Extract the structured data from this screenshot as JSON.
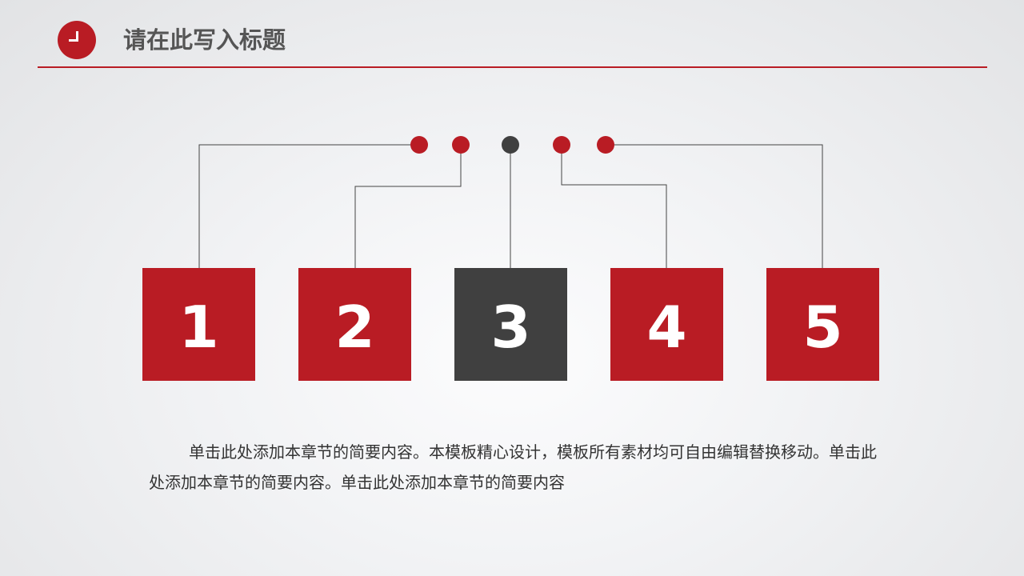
{
  "header": {
    "title": "请在此写入标题"
  },
  "colors": {
    "accent": "#b91c24",
    "dark": "#404040",
    "line": "#444444"
  },
  "steps": [
    {
      "label": "1",
      "color": "red"
    },
    {
      "label": "2",
      "color": "red"
    },
    {
      "label": "3",
      "color": "dark"
    },
    {
      "label": "4",
      "color": "red"
    },
    {
      "label": "5",
      "color": "red"
    }
  ],
  "body": {
    "text": "单击此处添加本章节的简要内容。本模板精心设计，模板所有素材均可自由编辑替换移动。单击此处添加本章节的简要内容。单击此处添加本章节的简要内容"
  }
}
